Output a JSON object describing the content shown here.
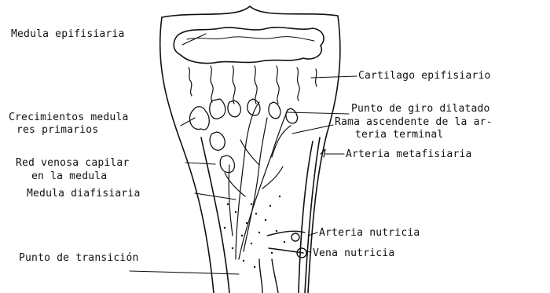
{
  "labels": {
    "medula_epifisiaria": "Medula epifisiaria",
    "cartilago_epifisiario": "Cartilago epifisiario",
    "crecimientos_line1": "Crecimientos medula",
    "crecimientos_line2": "res primarios",
    "punto_giro": "Punto de giro dilatado",
    "rama_line1": "Rama ascendente de la ar-",
    "rama_line2": "teria terminal",
    "arteria_metafisiaria": "Arteria metafisiaria",
    "red_venosa_line1": "Red venosa capilar",
    "red_venosa_line2": "en la medula",
    "medula_diafisiaria": "Medula diafisiaria",
    "arteria_nutricia": "Arteria nutricia",
    "vena_nutricia": "Vena nutricia",
    "punto_transicion": "Punto de transición"
  },
  "colors": {
    "ink": "#111111",
    "background": "#ffffff"
  }
}
